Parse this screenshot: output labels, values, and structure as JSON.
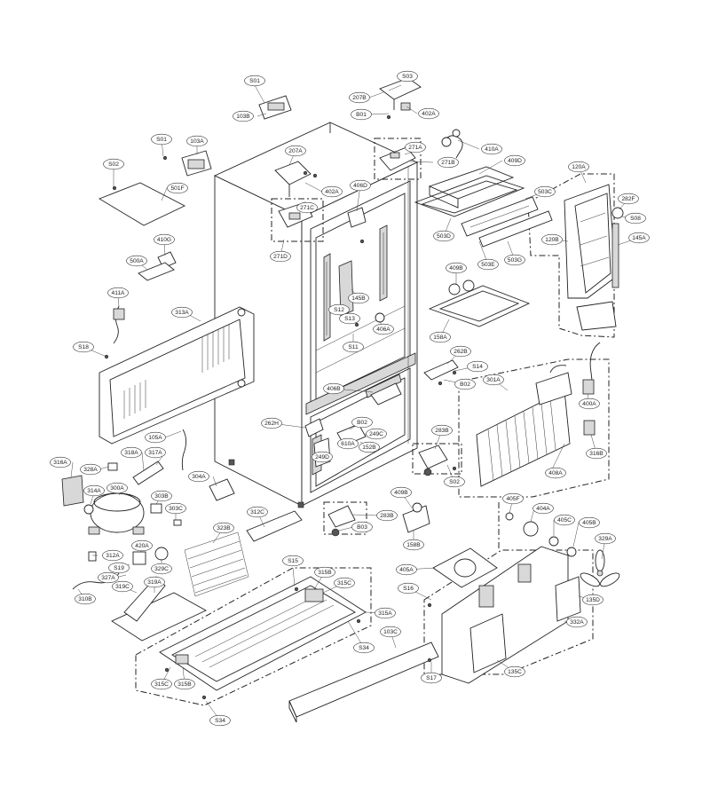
{
  "parts": [
    "S01",
    "S03",
    "103B",
    "207B",
    "B01",
    "402A",
    "410A",
    "271A",
    "271B",
    "409D",
    "S01",
    "103A",
    "S02",
    "501F",
    "207A",
    "402A",
    "406D",
    "271C",
    "271D",
    "410G",
    "503C",
    "503D",
    "503E",
    "503G",
    "120A",
    "282F",
    "S08",
    "145A",
    "120B",
    "500A",
    "411A",
    "313A",
    "145B",
    "S12",
    "S13",
    "406A",
    "S11",
    "409B",
    "158A",
    "S18",
    "262B",
    "S14",
    "B02",
    "301A",
    "400A",
    "406B",
    "262H",
    "B02",
    "610A",
    "249C",
    "152B",
    "249D",
    "283B",
    "S02",
    "316B",
    "408A",
    "105A",
    "316A",
    "328A",
    "318A",
    "317A",
    "304A",
    "314A",
    "300A",
    "303B",
    "303C",
    "312C",
    "409B",
    "283B",
    "B03",
    "158B",
    "405F",
    "404A",
    "405C",
    "405B",
    "329A",
    "323B",
    "420A",
    "312A",
    "327A",
    "S19",
    "329C",
    "319C",
    "319A",
    "310B",
    "S15",
    "315B",
    "315C",
    "405A",
    "S16",
    "135D",
    "332A",
    "315A",
    "S34",
    "103C",
    "315C",
    "315B",
    "S34",
    "S17",
    "135C"
  ]
}
